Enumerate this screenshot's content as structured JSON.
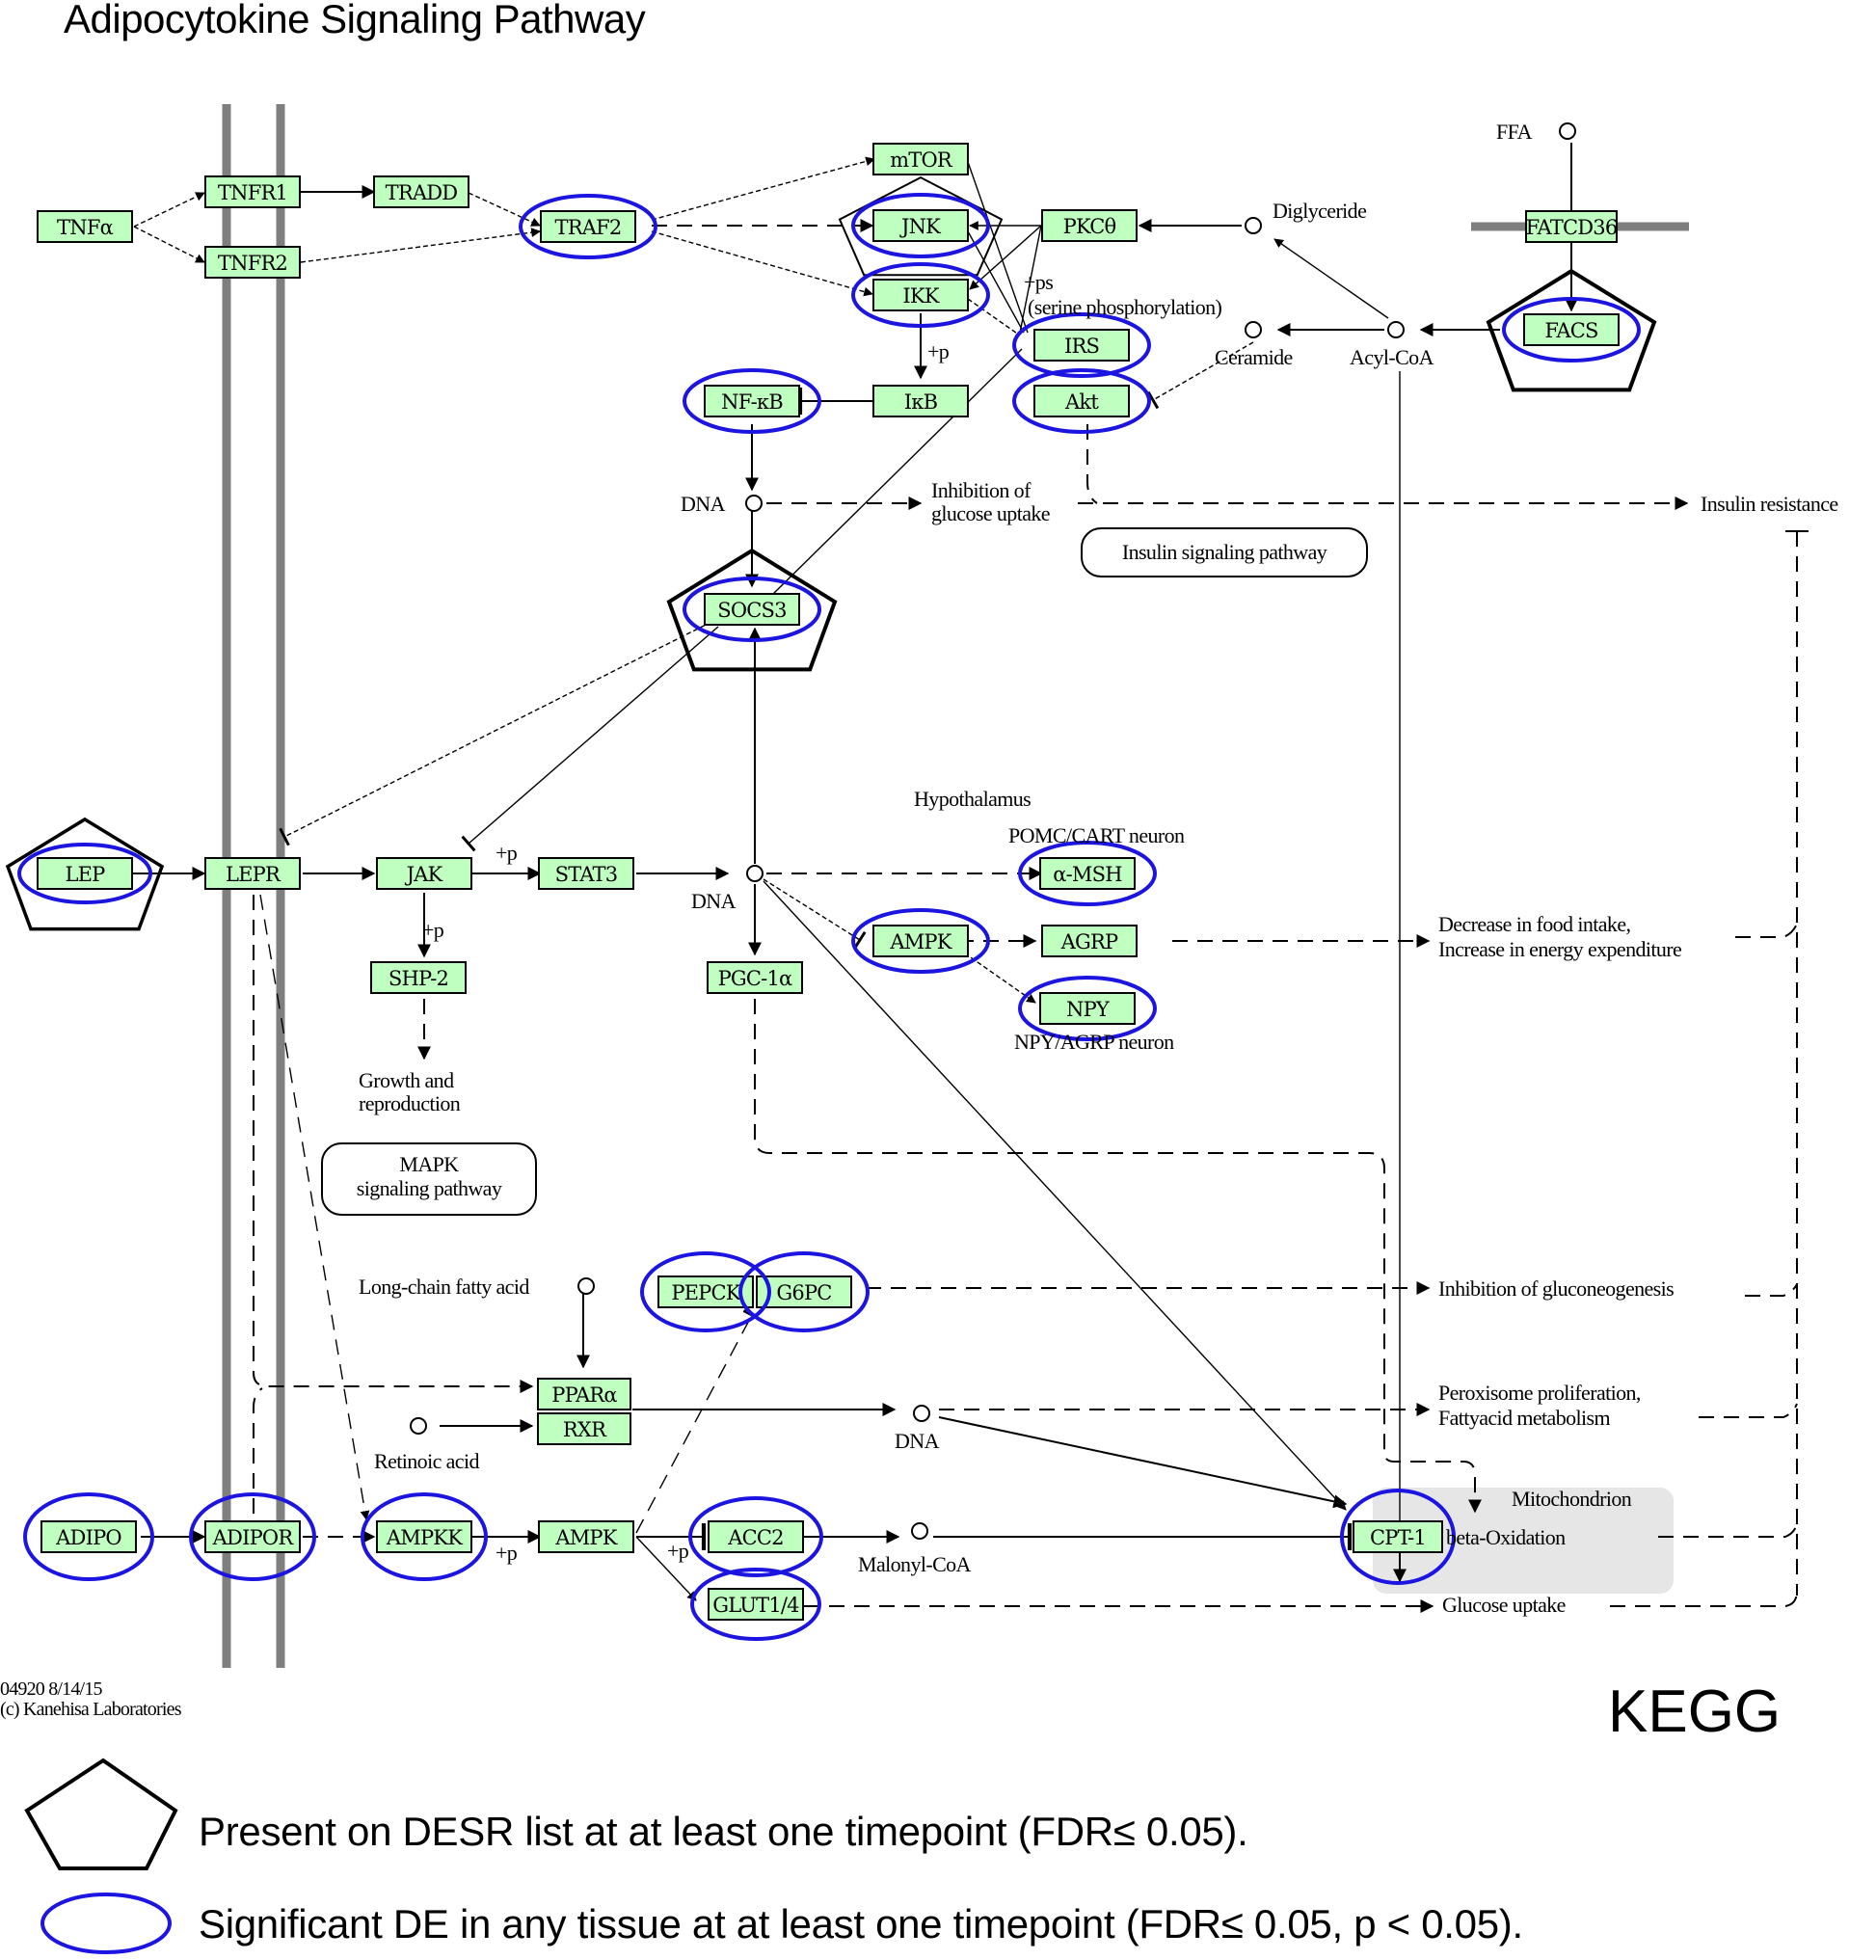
{
  "title": "Adipocytokine Signaling Pathway",
  "kegg_logo": "KEGG",
  "footer": {
    "map_id": "04920 8/14/15",
    "copyright": "(c) Kanehisa Laboratories"
  },
  "legend": [
    {
      "marker": "pentagon",
      "color": "#000000",
      "text": "Present on DESR list at at least one timepoint (FDR≤ 0.05)."
    },
    {
      "marker": "ellipse",
      "color": "#1c14e0",
      "text": "Significant DE in any tissue at at least one timepoint (FDR≤ 0.05, p < 0.05)."
    }
  ],
  "colors": {
    "gene_fill": "#bfffbf",
    "de_ellipse": "#1c14e0",
    "membrane": "#7f7f7f",
    "mitochondrion": "#e6e6e6"
  },
  "genes": [
    {
      "id": "TNFa",
      "label": "TNFα",
      "de": false,
      "desr": false
    },
    {
      "id": "TNFR1",
      "label": "TNFR1",
      "de": false,
      "desr": false
    },
    {
      "id": "TNFR2",
      "label": "TNFR2",
      "de": false,
      "desr": false
    },
    {
      "id": "TRADD",
      "label": "TRADD",
      "de": false,
      "desr": false
    },
    {
      "id": "TRAF2",
      "label": "TRAF2",
      "de": true,
      "desr": false
    },
    {
      "id": "mTOR",
      "label": "mTOR",
      "de": false,
      "desr": false
    },
    {
      "id": "JNK",
      "label": "JNK",
      "de": true,
      "desr": true
    },
    {
      "id": "IKK",
      "label": "IKK",
      "de": true,
      "desr": false
    },
    {
      "id": "PKCtheta",
      "label": "PKCθ",
      "de": false,
      "desr": false
    },
    {
      "id": "IRS",
      "label": "IRS",
      "de": true,
      "desr": false
    },
    {
      "id": "Akt",
      "label": "Akt",
      "de": true,
      "desr": false
    },
    {
      "id": "NFkB",
      "label": "NF-κB",
      "de": true,
      "desr": false
    },
    {
      "id": "IkB",
      "label": "IκB",
      "de": false,
      "desr": false
    },
    {
      "id": "FATCD36",
      "label": "FATCD36",
      "de": false,
      "desr": false
    },
    {
      "id": "FACS",
      "label": "FACS",
      "de": true,
      "desr": true
    },
    {
      "id": "SOCS3",
      "label": "SOCS3",
      "de": true,
      "desr": true
    },
    {
      "id": "LEP",
      "label": "LEP",
      "de": true,
      "desr": true
    },
    {
      "id": "LEPR",
      "label": "LEPR",
      "de": false,
      "desr": false
    },
    {
      "id": "JAK",
      "label": "JAK",
      "de": false,
      "desr": false
    },
    {
      "id": "STAT3",
      "label": "STAT3",
      "de": false,
      "desr": false
    },
    {
      "id": "SHP2",
      "label": "SHP-2",
      "de": false,
      "desr": false
    },
    {
      "id": "PGC1a",
      "label": "PGC-1α",
      "de": false,
      "desr": false
    },
    {
      "id": "aMSH",
      "label": "α-MSH",
      "de": true,
      "desr": false
    },
    {
      "id": "AMPK_hyp",
      "label": "AMPK",
      "de": true,
      "desr": false
    },
    {
      "id": "AGRP",
      "label": "AGRP",
      "de": false,
      "desr": false
    },
    {
      "id": "NPY",
      "label": "NPY",
      "de": true,
      "desr": false
    },
    {
      "id": "PEPCK",
      "label": "PEPCK",
      "de": true,
      "desr": false
    },
    {
      "id": "G6PC",
      "label": "G6PC",
      "de": true,
      "desr": false
    },
    {
      "id": "PPARa",
      "label": "PPARα",
      "de": false,
      "desr": false
    },
    {
      "id": "RXR",
      "label": "RXR",
      "de": false,
      "desr": false
    },
    {
      "id": "ADIPO",
      "label": "ADIPO",
      "de": true,
      "desr": false
    },
    {
      "id": "ADIPOR",
      "label": "ADIPOR",
      "de": true,
      "desr": false
    },
    {
      "id": "AMPKK",
      "label": "AMPKK",
      "de": true,
      "desr": false
    },
    {
      "id": "AMPK_low",
      "label": "AMPK",
      "de": false,
      "desr": false
    },
    {
      "id": "ACC2",
      "label": "ACC2",
      "de": true,
      "desr": false
    },
    {
      "id": "GLUT14",
      "label": "GLUT1/4",
      "de": true,
      "desr": false
    },
    {
      "id": "CPT1",
      "label": "CPT-1",
      "de": true,
      "desr": false
    }
  ],
  "compounds": [
    {
      "id": "FFA",
      "label": "FFA"
    },
    {
      "id": "Diglyceride",
      "label": "Diglyceride"
    },
    {
      "id": "Ceramide",
      "label": "Ceramide"
    },
    {
      "id": "AcylCoA",
      "label": "Acyl-CoA"
    },
    {
      "id": "DNA1",
      "label": "DNA"
    },
    {
      "id": "DNA2",
      "label": "DNA"
    },
    {
      "id": "DNA3",
      "label": "DNA"
    },
    {
      "id": "LCFA",
      "label": "Long-chain fatty acid"
    },
    {
      "id": "Retinoic",
      "label": "Retinoic acid"
    },
    {
      "id": "Malonyl",
      "label": "Malonyl-CoA"
    }
  ],
  "labels": {
    "ps": "+ps",
    "serine": "(serine phosphorylation)",
    "p": "+p",
    "inhibition_glucose_1": "Inhibition of",
    "inhibition_glucose_2": "glucose uptake",
    "insulin_resistance": "Insulin resistance",
    "hypothalamus": "Hypothalamus",
    "pomc": "POMC/CART neuron",
    "npy_neuron": "NPY/AGRP neuron",
    "food_1": "Decrease in food intake,",
    "food_2": "Increase in energy expenditure",
    "growth_1": "Growth and",
    "growth_2": "reproduction",
    "gluconeo": "Inhibition of gluconeogenesis",
    "perox_1": "Peroxisome proliferation,",
    "perox_2": "Fattyacid metabolism",
    "mitochondrion": "Mitochondrion",
    "beta_ox": "beta-Oxidation",
    "glucose_uptake": "Glucose uptake"
  },
  "pathway_links": [
    {
      "id": "insulin",
      "lines": [
        "Insulin signaling pathway"
      ]
    },
    {
      "id": "mapk",
      "lines": [
        "MAPK",
        "signaling pathway"
      ]
    }
  ]
}
